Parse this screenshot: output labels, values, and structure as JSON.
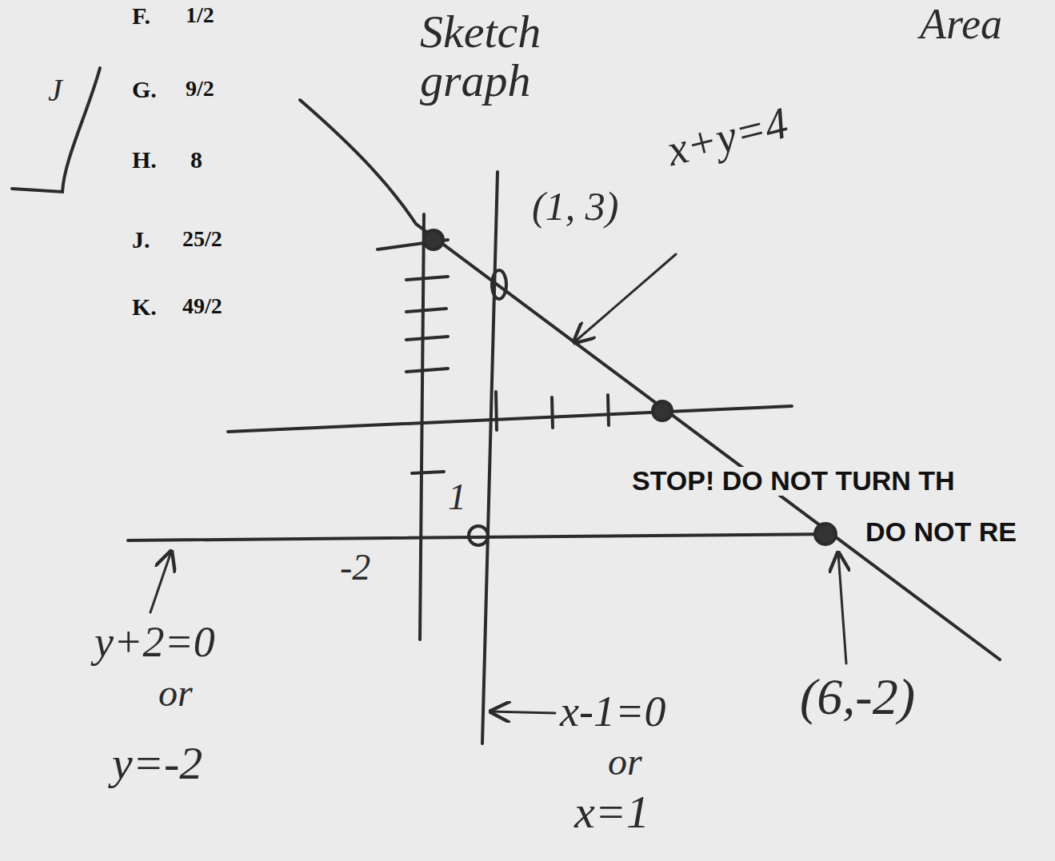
{
  "diagram": {
    "labels": [
      "F.",
      "1/2",
      "G.",
      "9/2",
      "H.",
      "8",
      "J.",
      "25/2",
      "K.",
      "49/2",
      "J",
      "Sketch graph",
      "(1, 3)",
      "x+y=4",
      "Area",
      "STOP! DO NOT TURN TH",
      "DO NOT RE",
      "1",
      "-2",
      "y+2=0",
      "or",
      "y=-2",
      "x-1=0",
      "or",
      "x=1",
      "(6,-2)"
    ]
  }
}
